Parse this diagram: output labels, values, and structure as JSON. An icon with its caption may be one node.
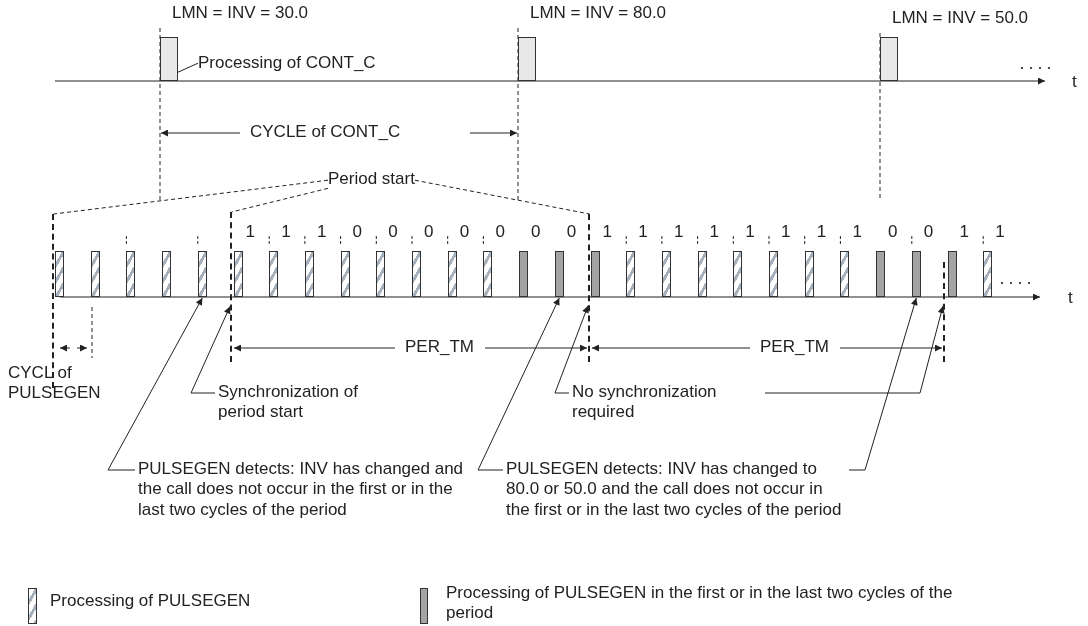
{
  "diagram": {
    "nodes": [
      {
        "text": [],
        "shape": "bar"
      },
      {
        "text": [],
        "shape": "bar"
      },
      {
        "text": [],
        "shape": "bar"
      },
      {
        "text": [
          "Processing of CONT_C"
        ]
      },
      {
        "text": [
          "Period start"
        ]
      },
      {
        "text": [],
        "shape": "line"
      },
      {
        "text": [],
        "shape": "line"
      },
      {
        "text": [],
        "shape": "line"
      },
      {
        "text": [],
        "shape": "line"
      },
      {
        "text": [],
        "shape": "bar"
      },
      {
        "text": [],
        "shape": "bar"
      },
      {
        "text": [],
        "shape": "bar"
      },
      {
        "text": [],
        "shape": "bar"
      },
      {
        "text": [],
        "shape": "bar"
      },
      {
        "text": [],
        "shape": "bar",
        "beside": [
          "1"
        ]
      },
      {
        "text": [],
        "shape": "bar",
        "beside": [
          "1"
        ]
      },
      {
        "text": [],
        "shape": "bar",
        "beside": [
          "1"
        ]
      },
      {
        "text": [],
        "shape": "bar",
        "beside": [
          "0"
        ]
      },
      {
        "text": [],
        "shape": "bar",
        "beside": [
          "0"
        ]
      },
      {
        "text": [],
        "shape": "bar",
        "beside": [
          "0"
        ]
      },
      {
        "text": [],
        "shape": "bar",
        "beside": [
          "0"
        ]
      },
      {
        "text": [],
        "shape": "bar",
        "beside": [
          "0"
        ]
      },
      {
        "text": [],
        "shape": "bar",
        "beside": [
          "0"
        ]
      },
      {
        "text": [],
        "shape": "bar",
        "beside": [
          "0"
        ]
      },
      {
        "text": [],
        "shape": "bar",
        "beside": [
          "1"
        ]
      },
      {
        "text": [],
        "shape": "bar",
        "beside": [
          "1"
        ]
      },
      {
        "text": [],
        "shape": "bar",
        "beside": [
          "1"
        ]
      },
      {
        "text": [],
        "shape": "bar",
        "beside": [
          "1"
        ]
      },
      {
        "text": [],
        "shape": "bar",
        "beside": [
          "1"
        ]
      },
      {
        "text": [],
        "shape": "bar",
        "beside": [
          "1"
        ]
      },
      {
        "text": [],
        "shape": "bar",
        "beside": [
          "1"
        ]
      },
      {
        "text": [],
        "shape": "bar",
        "beside": [
          "1"
        ]
      },
      {
        "text": [],
        "shape": "bar",
        "beside": [
          "0"
        ]
      },
      {
        "text": [],
        "shape": "bar",
        "beside": [
          "0"
        ]
      },
      {
        "text": [],
        "shape": "bar",
        "beside": [
          "1"
        ]
      },
      {
        "text": [],
        "shape": "bar",
        "beside": [
          "1"
        ]
      },
      {
        "text": [
          "Synchronization of period start"
        ]
      },
      {
        "text": [
          "No synchronization required"
        ]
      },
      {
        "text": [
          "PULSEGEN detects: INV has changed and the call does not occur in the first or in the last two cycles of the period"
        ]
      },
      {
        "text": [
          "PULSEGEN detects: INV has changed to 80.0 or 50.0 and the call does not occur in the first or in the last two cycles of the period"
        ]
      }
    ],
    "edges": [
      {
        "from": 3,
        "to": 0,
        "arrow": "none"
      },
      {
        "from": 4,
        "to": 5,
        "arrow": "none",
        "style": "dashed"
      },
      {
        "from": 4,
        "to": 6,
        "arrow": "none",
        "style": "dashed"
      },
      {
        "from": 4,
        "to": 7,
        "arrow": "none",
        "style": "dashed"
      },
      {
        "from": 36,
        "to": 6,
        "arrow": "to"
      },
      {
        "from": 38,
        "to": 13,
        "arrow": "to"
      },
      {
        "from": 37,
        "to": 7,
        "arrow": "to"
      },
      {
        "from": 37,
        "to": 8,
        "arrow": "to"
      },
      {
        "from": 39,
        "to": 23,
        "arrow": "to"
      },
      {
        "from": 39,
        "to": 33,
        "arrow": "to"
      }
    ],
    "labels": [
      "LMN = INV = 30.0",
      "LMN = INV = 80.0",
      "LMN = INV = 50.0",
      "t",
      "CYCLE of CONT_C",
      "t",
      "CYCL of PULSEGEN",
      "PER_TM",
      "PER_TM"
    ],
    "legend": [
      {
        "text": "Processing of PULSEGEN"
      },
      {
        "text": "Processing of PULSEGEN in the first or in the last two cycles of the period"
      }
    ]
  }
}
